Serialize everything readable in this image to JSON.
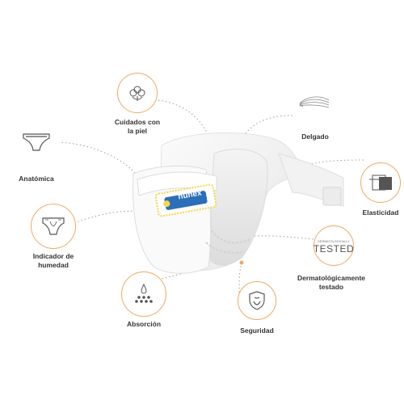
{
  "brand": {
    "logo_text": "nunex",
    "accent_color": "#f0a860",
    "label_color": "#333333",
    "logo_color": "#2a6fb8",
    "logo_border_color": "#f5d74a"
  },
  "features": [
    {
      "id": "cuidados",
      "label_line1": "Cuidados con",
      "label_line2": "la piel",
      "icon": "cotton-flower-icon"
    },
    {
      "id": "delgado",
      "label_line1": "Delgado",
      "label_line2": "",
      "icon": "thin-layers-icon"
    },
    {
      "id": "anatomica",
      "label_line1": "Anatómica",
      "label_line2": "",
      "icon": "anatomic-diaper-icon"
    },
    {
      "id": "elasticidad",
      "label_line1": "Elasticidad",
      "label_line2": "",
      "icon": "elastic-band-icon"
    },
    {
      "id": "humedad",
      "label_line1": "Indicador de",
      "label_line2": "humedad",
      "icon": "wetness-indicator-diaper-icon"
    },
    {
      "id": "dermatologicamente",
      "label_line1": "Dermatológicamente",
      "label_line2": "testado",
      "icon": "dermatologically-tested-icon",
      "badge_small": "DERMATOLOGICALLY",
      "badge_big": "TESTED"
    },
    {
      "id": "absorcion",
      "label_line1": "Absorción",
      "label_line2": "",
      "icon": "absorption-drops-icon"
    },
    {
      "id": "seguridad",
      "label_line1": "Seguridad",
      "label_line2": "",
      "icon": "shield-icon"
    }
  ]
}
